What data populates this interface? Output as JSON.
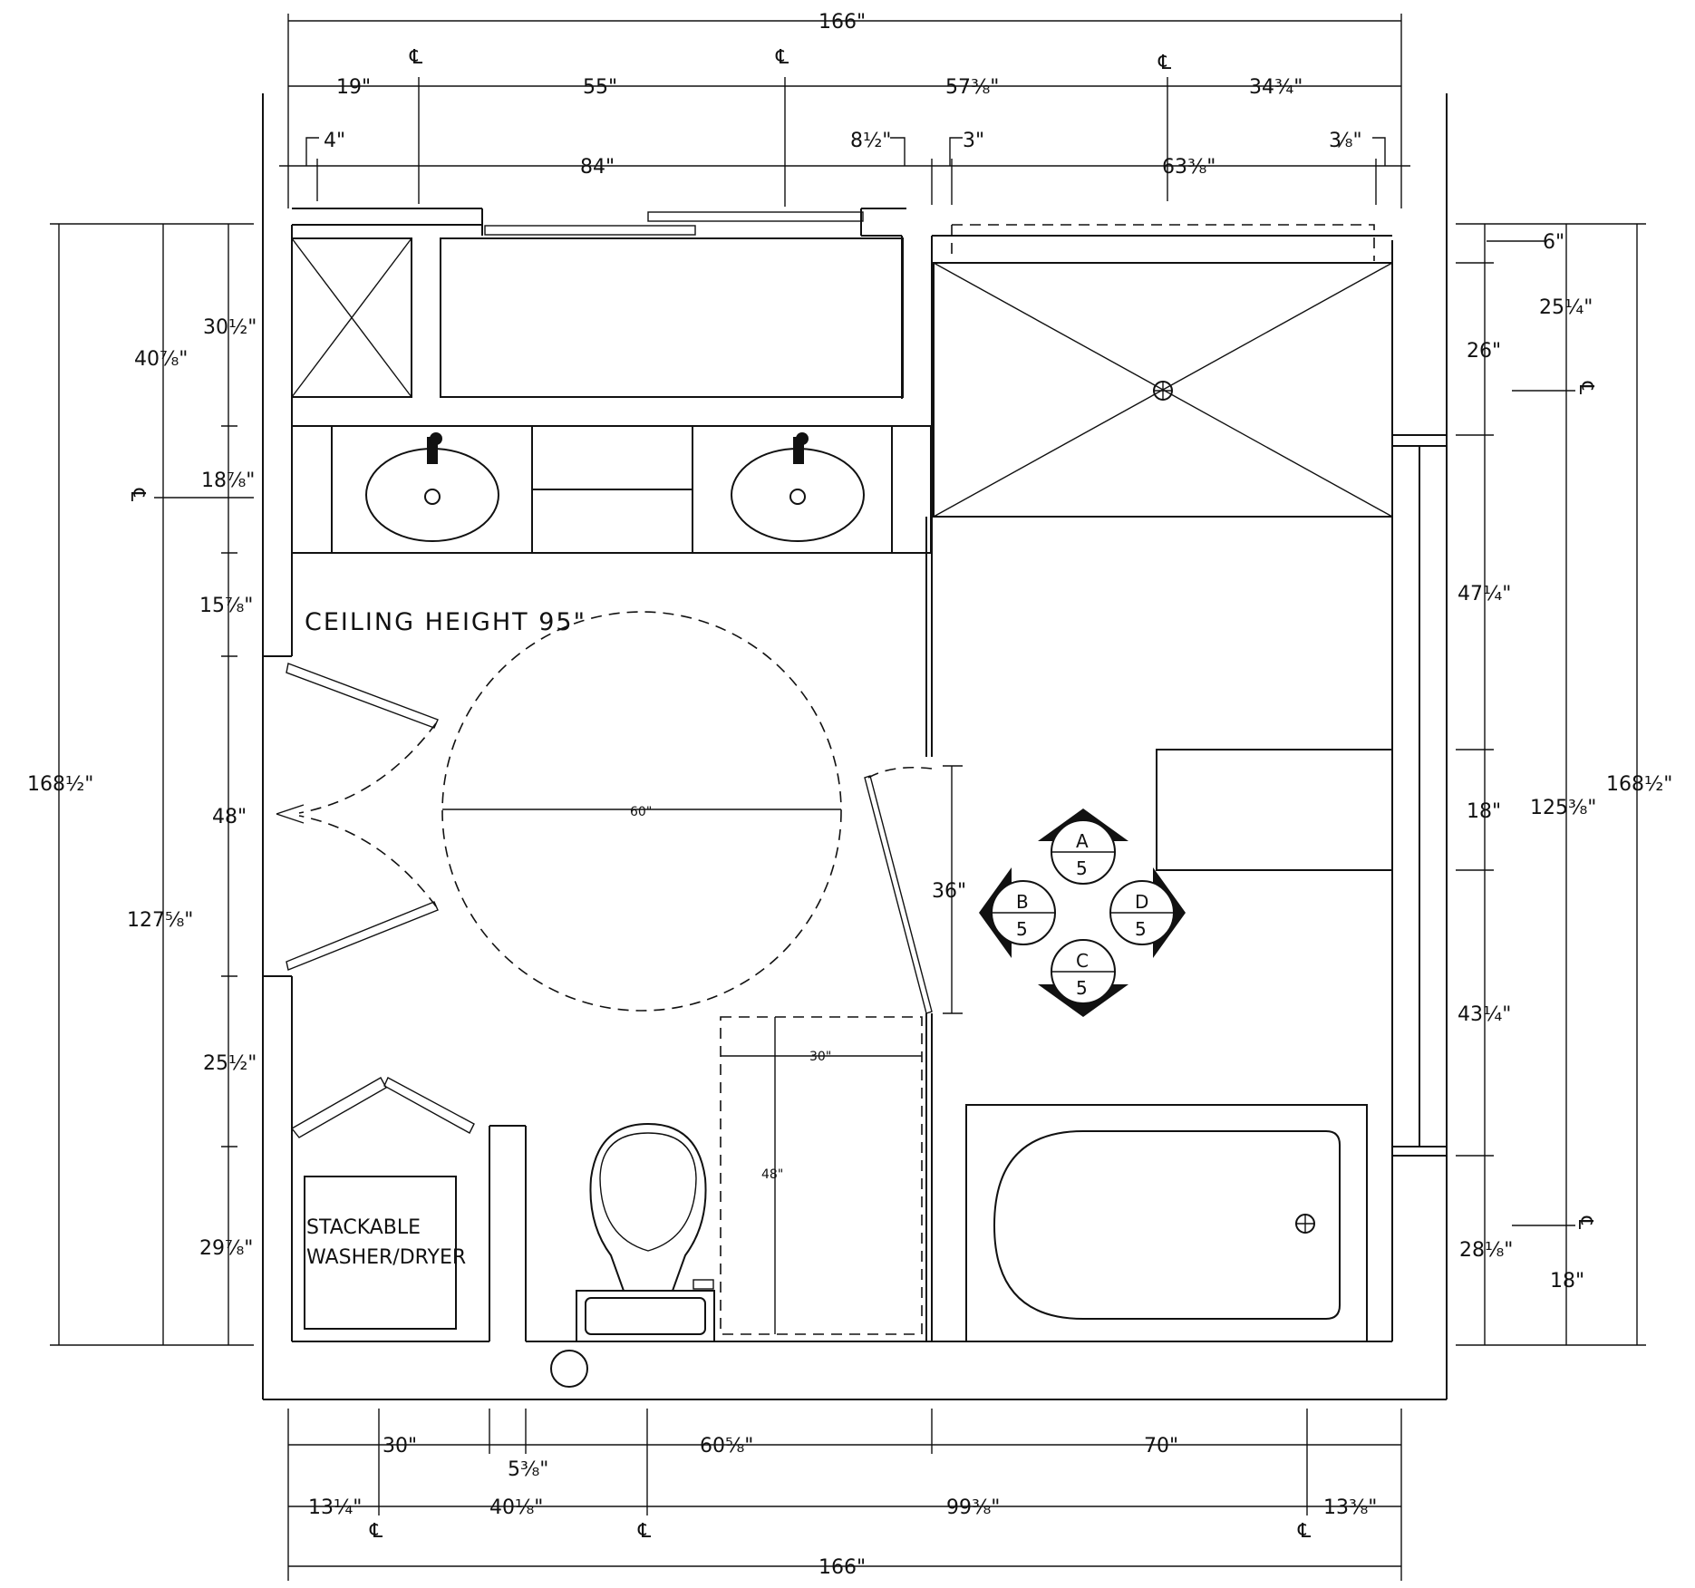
{
  "top_dims": {
    "overall": "166\"",
    "cl_row": [
      "19\"",
      "55\"",
      "57³⁄₈\"",
      "34³⁄₄\""
    ],
    "detail_row": [
      "4\"",
      "84\"",
      "8¹⁄₂\"",
      "3\"",
      "63³⁄₈\"",
      "3⁄₈\""
    ]
  },
  "left_dims": {
    "overall": "168¹⁄₂\"",
    "mid": [
      "40⁷⁄₈\"",
      "127⁵⁄₈\""
    ],
    "inner": [
      "30¹⁄₂\"",
      "18⁷⁄₈\"",
      "15⁷⁄₈\"",
      "48\"",
      "25¹⁄₂\"",
      "29⁷⁄₈\""
    ]
  },
  "right_dims": {
    "overall": "168¹⁄₂\"",
    "mid": [
      "6\"",
      "25¹⁄₄\"",
      "125³⁄₈\"",
      "18\""
    ],
    "inner": [
      "26\"",
      "47¹⁄₄\"",
      "18\"",
      "43¹⁄₄\"",
      "28¹⁄₈\""
    ]
  },
  "bottom_dims": {
    "row1": [
      "30\"",
      "5³⁄₈\"",
      "60⁵⁄₈\"",
      "70\""
    ],
    "row2": [
      "13¹⁄₄\"",
      "40¹⁄₈\"",
      "99³⁄₈\"",
      "13³⁄₈\""
    ],
    "overall": "166\""
  },
  "interior_dims": {
    "turning_circle": "60\"",
    "door_opening": "36\"",
    "clear_width": "30\"",
    "clear_depth": "48\""
  },
  "notes": {
    "ceiling": "CEILING HEIGHT 95\"",
    "washer_line1": "STACKABLE",
    "washer_line2": "WASHER/DRYER"
  },
  "symbols": {
    "centerline": "℄",
    "elevation_markers": [
      {
        "letter": "A",
        "sheet": "5"
      },
      {
        "letter": "B",
        "sheet": "5"
      },
      {
        "letter": "C",
        "sheet": "5"
      },
      {
        "letter": "D",
        "sheet": "5"
      }
    ]
  }
}
